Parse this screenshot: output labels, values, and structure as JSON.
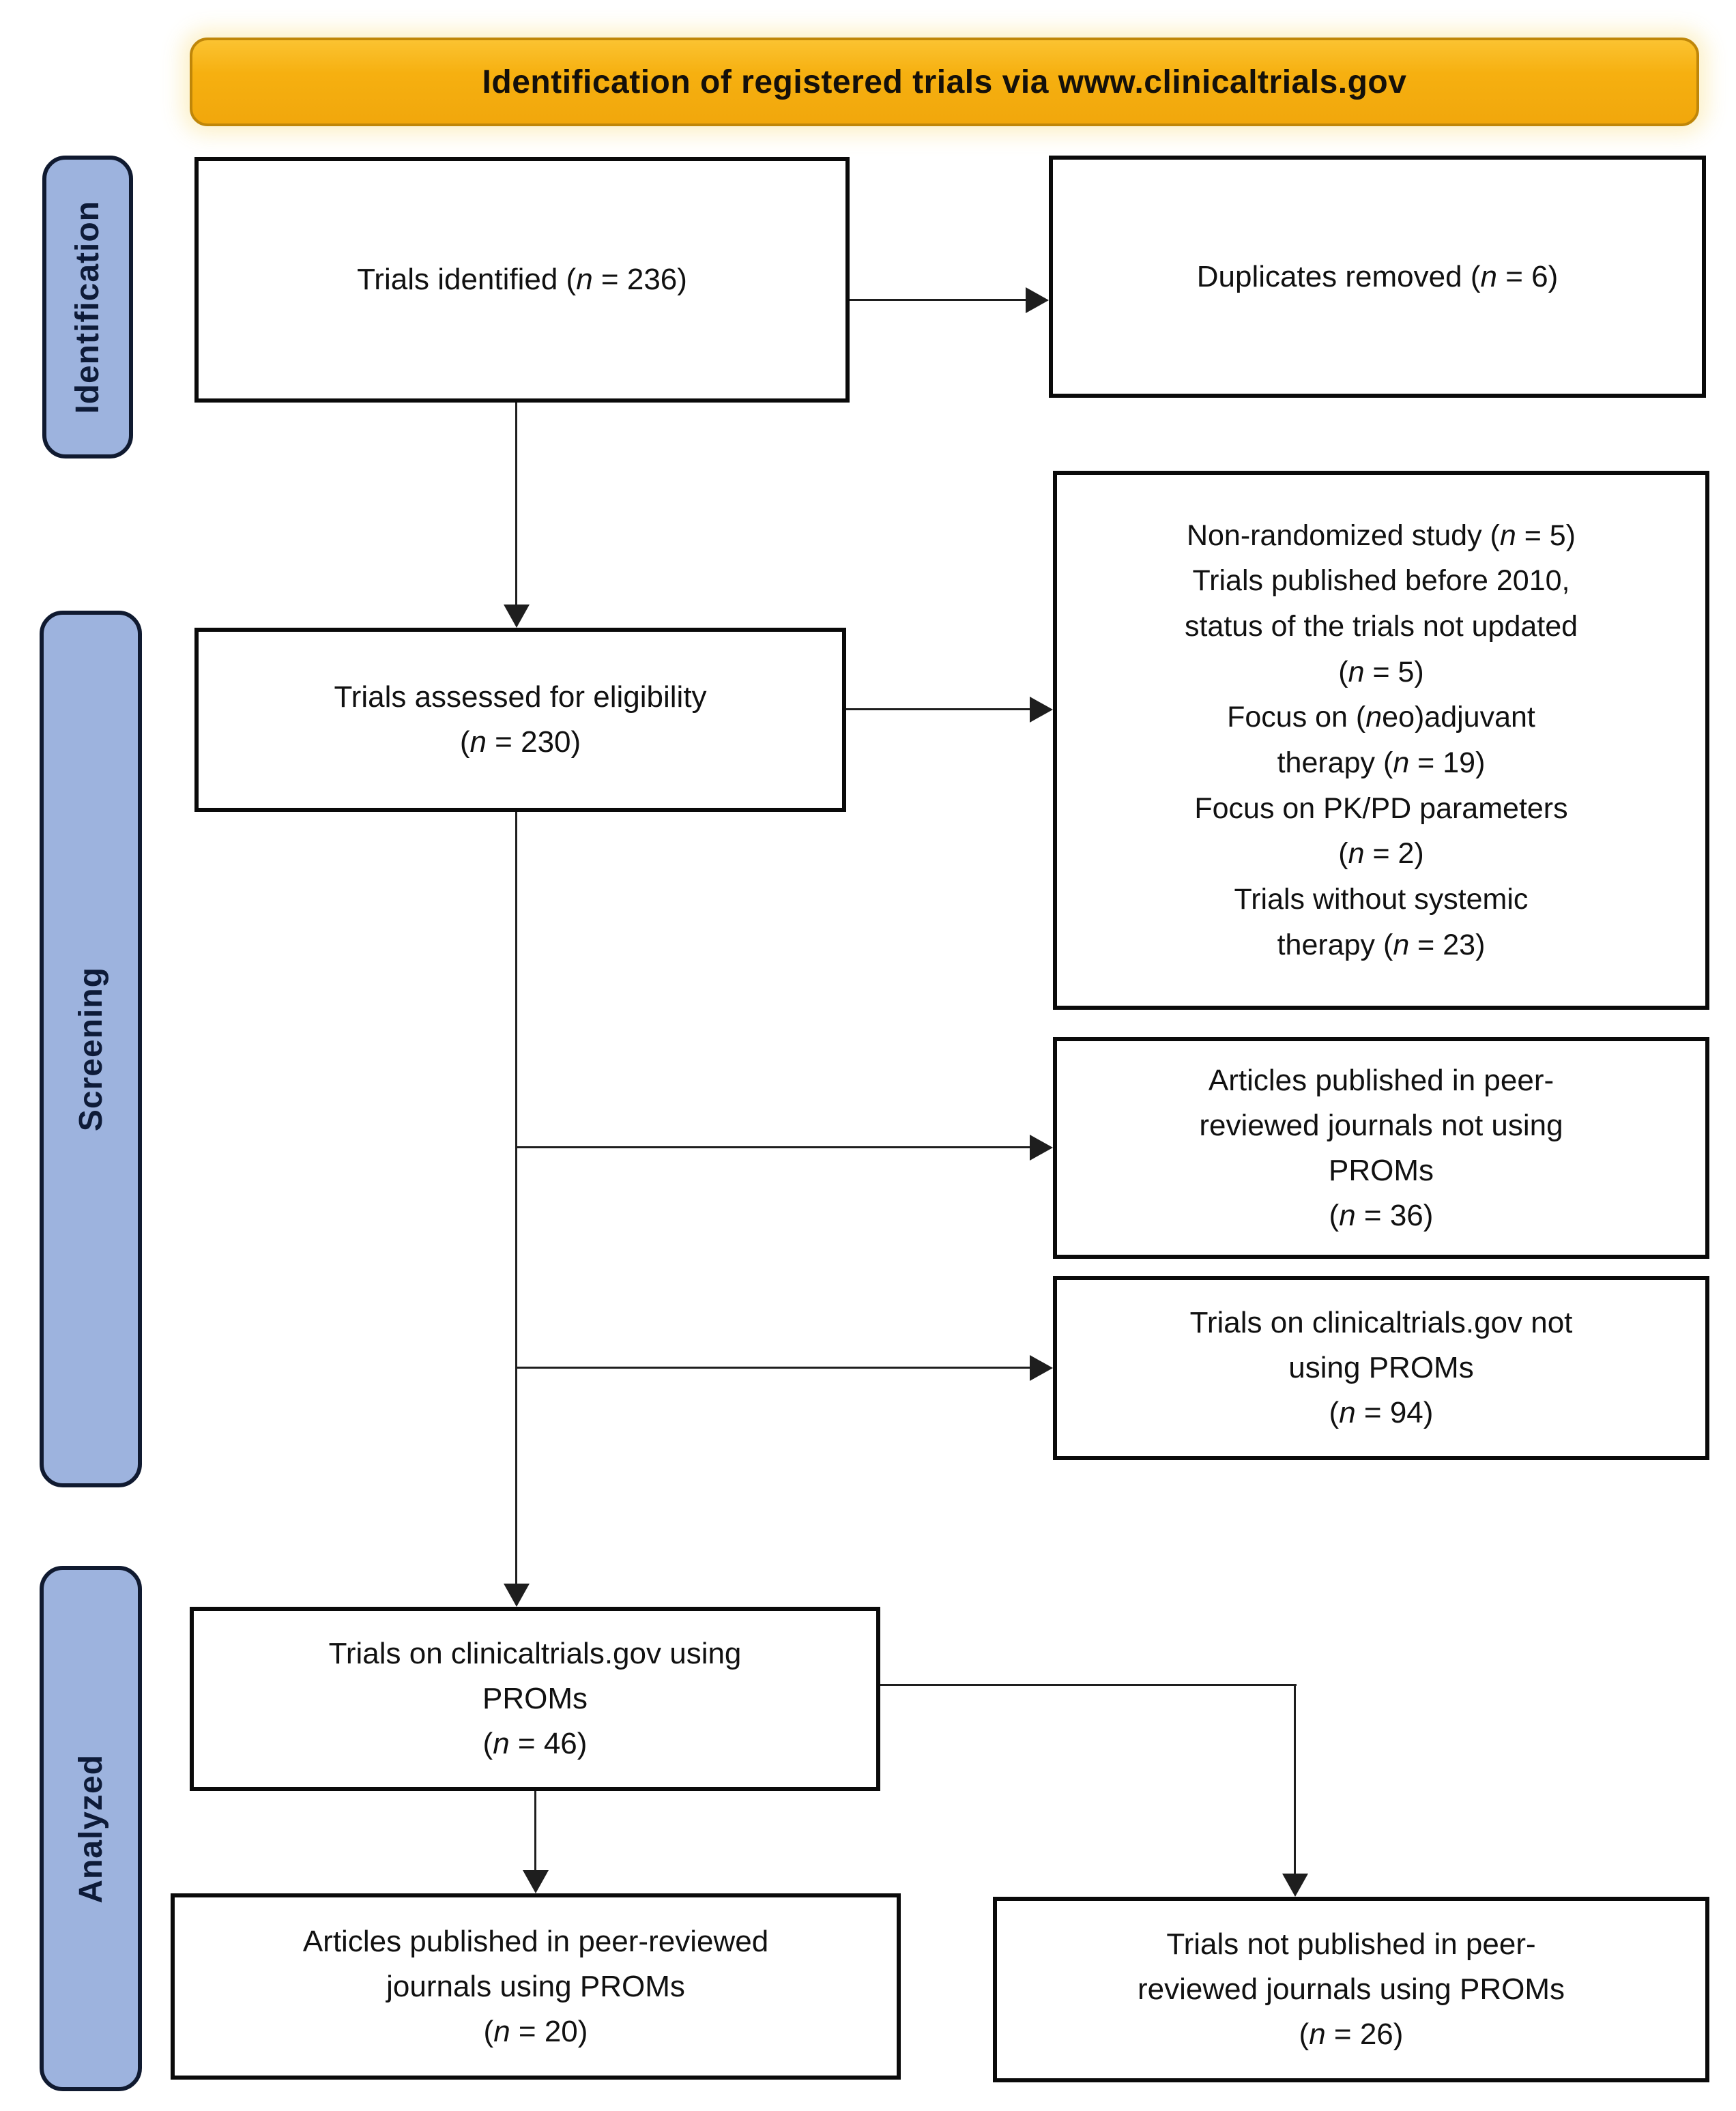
{
  "banner": {
    "label": "Identification of registered trials via www.clinicaltrials.gov"
  },
  "stages": [
    {
      "label": "Identification"
    },
    {
      "label": "Screening"
    },
    {
      "label": "Analyzed"
    }
  ],
  "boxes": {
    "identified": {
      "text": "Trials identified (n = 236)"
    },
    "duplicates": {
      "text": "Duplicates removed  (n = 6)"
    },
    "assessed": {
      "text": "Trials assessed for eligibility\n(n = 230)"
    },
    "excluded": {
      "text": "Non-randomized study (n = 5)\nTrials published before 2010,\nstatus of the trials not updated\n(n = 5)\nFocus on (neo)adjuvant\ntherapy (n = 19)\nFocus on PK/PD parameters\n(n = 2)\nTrials without systemic\ntherapy (n = 23)"
    },
    "peer_not_proms": {
      "text": "Articles published in peer-\nreviewed journals not using\nPROMs\n(n = 36)"
    },
    "ct_not_proms": {
      "text": "Trials on clinicaltrials.gov not\nusing PROMs\n(n = 94)"
    },
    "ct_proms": {
      "text": "Trials on clinicaltrials.gov using\nPROMs\n(n = 46)"
    },
    "published_proms": {
      "text": "Articles published in peer-reviewed\njournals using PROMs\n(n = 20)"
    },
    "not_published_proms": {
      "text": "Trials not published in peer-\nreviewed journals using PROMs\n(n = 26)"
    }
  },
  "colors": {
    "banner_fill": "#f6b010",
    "banner_fill_light": "#fbc331",
    "banner_border": "#bf8609",
    "stage_fill": "#9db3de",
    "stage_border": "#101a30",
    "box_border": "#0a0a0a",
    "arrow_color": "#1e1e1e"
  }
}
